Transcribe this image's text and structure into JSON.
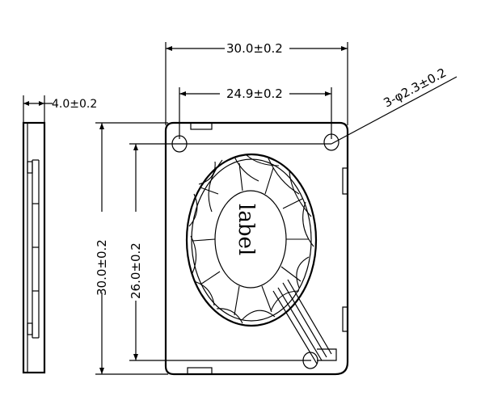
{
  "drawing": {
    "dimensions": {
      "overall_width": "30.0±0.2",
      "hole_spacing_width": "24.9±0.2",
      "thickness": "4.0±0.2",
      "overall_height": "30.0±0.2",
      "hole_spacing_height": "26.0±0.2",
      "mounting_holes": "3-φ2.3±0.2"
    },
    "hub_label": "label"
  }
}
